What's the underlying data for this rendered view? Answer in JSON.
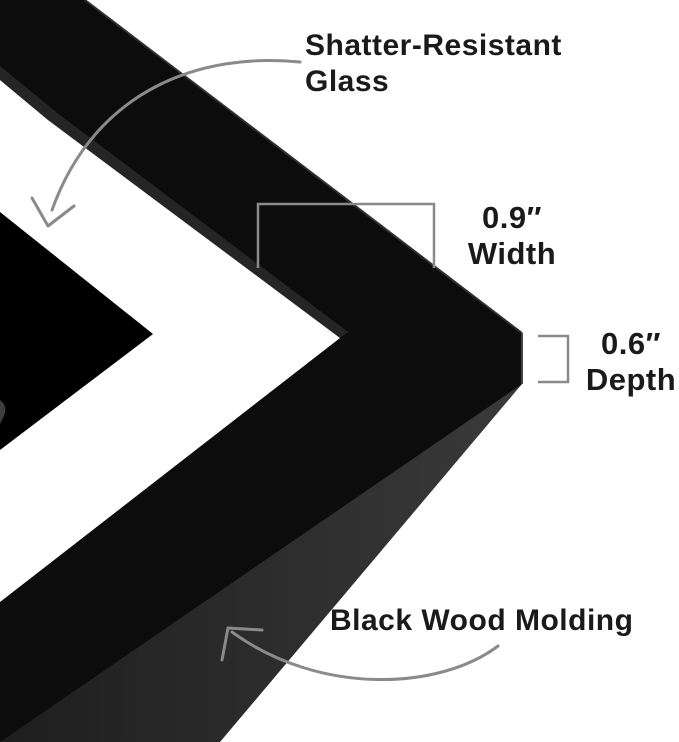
{
  "labels": {
    "glass": {
      "line1": "Shatter-Resistant",
      "line2": "Glass"
    },
    "width": {
      "value": "0.9″",
      "caption": "Width"
    },
    "depth": {
      "value": "0.6″",
      "caption": "Depth"
    },
    "molding": "Black Wood Molding"
  },
  "colors": {
    "frame_face": "#0d0d0d",
    "frame_side": "#2a2a2a",
    "mat": "#ffffff",
    "artwork": "#000000",
    "annotation_line": "#8a8a8a",
    "text": "#1a1a1a"
  }
}
